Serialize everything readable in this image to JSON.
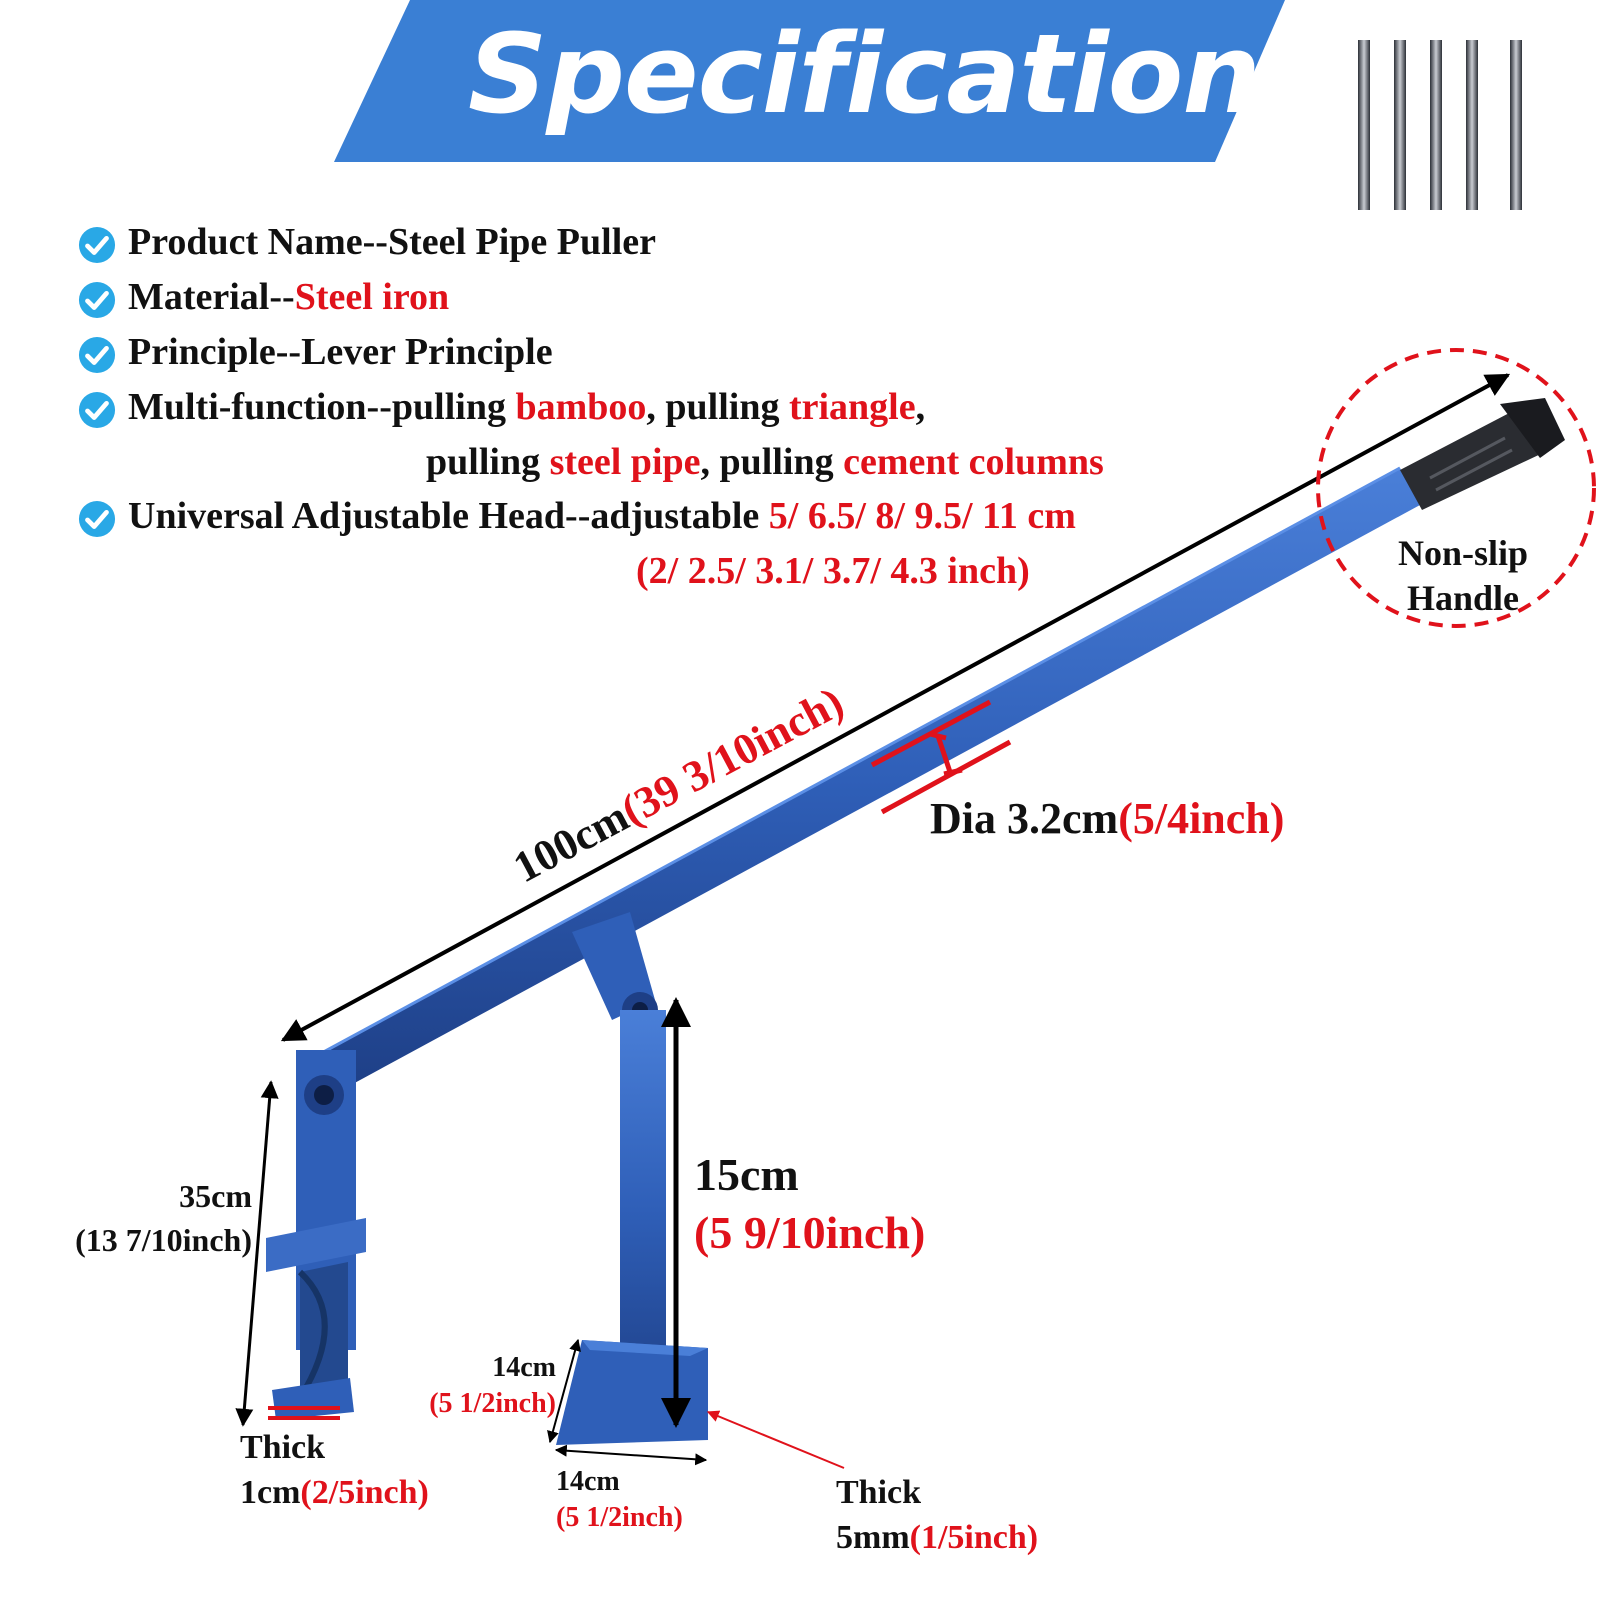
{
  "banner": {
    "title": "Specification",
    "color": "#3a7fd4"
  },
  "specs": {
    "line1": {
      "label": "Product Name--",
      "value": "Steel Pipe Puller"
    },
    "line2": {
      "label": "Material--",
      "value": "Steel iron"
    },
    "line3": {
      "label": "Principle--",
      "value": "Lever Principle"
    },
    "line4": {
      "label": "Multi-function--",
      "p1": "pulling ",
      "v1": "bamboo",
      "sep1": ", pulling ",
      "v2": "triangle",
      "comma": ",",
      "p2": "pulling ",
      "v3": "steel pipe",
      "sep2": ", pulling ",
      "v4": "cement columns"
    },
    "line5": {
      "label": "Universal Adjustable Head--adjustable ",
      "cm": "5/ 6.5/ 8/ 9.5/ 11 cm",
      "inch": "(2/ 2.5/ 3.1/ 3.7/ 4.3 inch)"
    }
  },
  "dimensions": {
    "length_cm": "100cm",
    "length_in": "(39 3/10inch)",
    "dia_cm": "Dia 3.2cm",
    "dia_in": "(5/4inch)",
    "handle_l1": "Non-slip",
    "handle_l2": "Handle",
    "height_cm": "35cm",
    "height_in": "(13 7/10inch)",
    "support_cm": "15cm",
    "support_in": "(5 9/10inch)",
    "plate_side_cm": "14cm",
    "plate_side_in": "(5 1/2inch)",
    "plate_bottom_cm": "14cm",
    "plate_bottom_in": "(5 1/2inch)",
    "foot_thick_label": "Thick",
    "foot_thick_cm": "1cm",
    "foot_thick_in": "(2/5inch)",
    "plate_thick_label": "Thick",
    "plate_thick_mm": "5mm",
    "plate_thick_in": "(1/5inch)"
  },
  "colors": {
    "pipe": "#2f5fb8",
    "pipe_dark": "#1e3f86",
    "accent_red": "#e0121b",
    "check": "#29a8e6"
  }
}
